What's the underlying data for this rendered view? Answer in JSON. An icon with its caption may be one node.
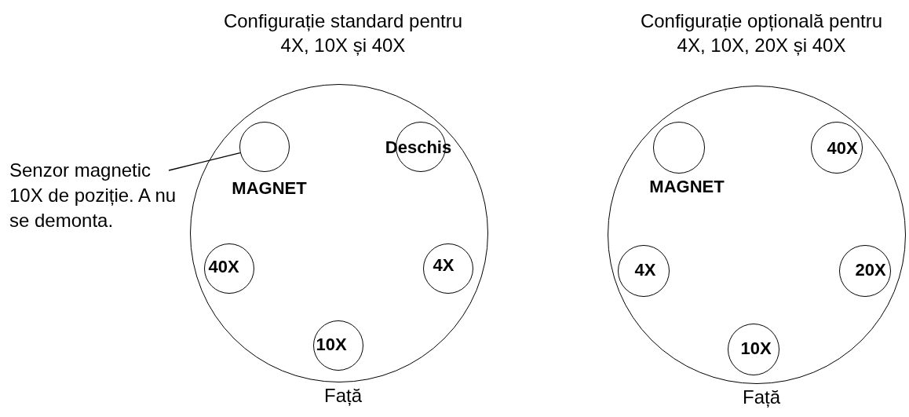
{
  "diagram": {
    "nodes": [
      {
        "text": [
          "Senzor magnetic 10X de poziție. A nu se demonta."
        ]
      },
      {
        "text": [
          "Configurație standard pentru 4X, 10X și 40X"
        ],
        "beside": [
          "Față"
        ]
      },
      {
        "text": [],
        "shape": "circle",
        "in": 1,
        "beside": [
          "MAGNET"
        ]
      },
      {
        "text": [
          "Deschis"
        ],
        "in": 1
      },
      {
        "text": [
          "40X"
        ],
        "in": 1
      },
      {
        "text": [
          "4X"
        ],
        "in": 1
      },
      {
        "text": [
          "10X"
        ],
        "in": 1
      },
      {
        "text": [
          "Configurație opțională pentru 4X, 10X, 20X și 40X"
        ],
        "beside": [
          "Față"
        ]
      },
      {
        "text": [],
        "shape": "circle",
        "in": 7,
        "beside": [
          "MAGNET"
        ]
      },
      {
        "text": [
          "40X"
        ],
        "in": 7
      },
      {
        "text": [
          "4X"
        ],
        "in": 7
      },
      {
        "text": [
          "20X"
        ],
        "in": 7
      },
      {
        "text": [
          "10X"
        ],
        "in": 7
      }
    ],
    "edges": [
      {
        "from": 0,
        "to": 2,
        "arrow": "none"
      }
    ]
  }
}
